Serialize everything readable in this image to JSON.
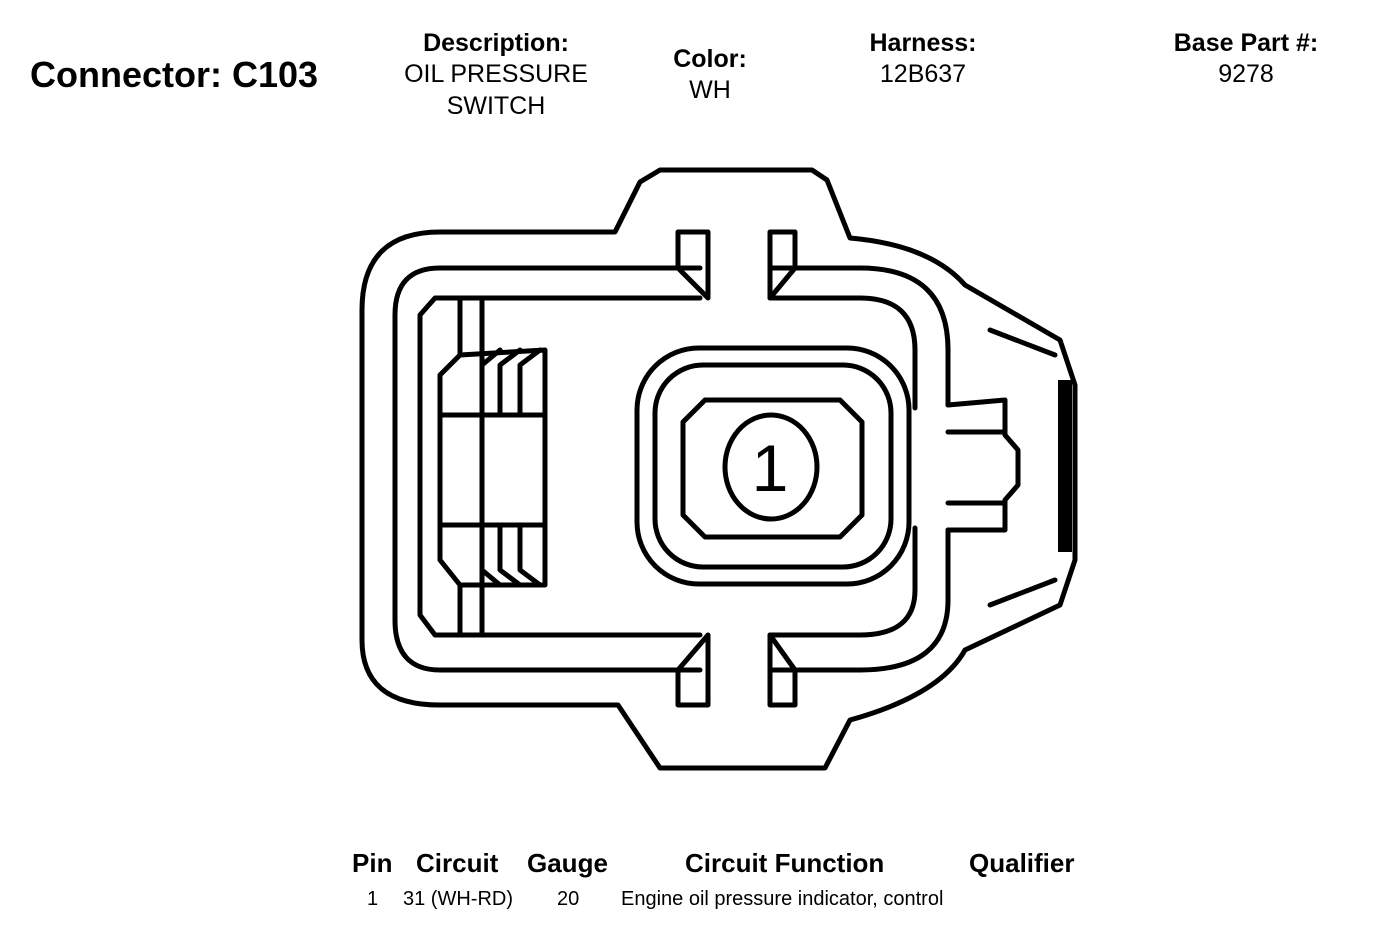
{
  "header": {
    "connector_label": "Connector:",
    "connector_id": "C103",
    "description_label": "Description:",
    "description_value": "OIL PRESSURE\nSWITCH",
    "color_label": "Color:",
    "color_value": "WH",
    "harness_label": "Harness:",
    "harness_value": "12B637",
    "base_part_label": "Base Part #:",
    "base_part_value": "9278"
  },
  "connector_face": {
    "pin_label": "1"
  },
  "pin_table": {
    "headers": {
      "pin": "Pin",
      "circuit": "Circuit",
      "gauge": "Gauge",
      "function": "Circuit Function",
      "qualifier": "Qualifier"
    },
    "rows": [
      {
        "pin": "1",
        "circuit": "31 (WH-RD)",
        "gauge": "20",
        "function": "Engine oil pressure indicator, control",
        "qualifier": ""
      }
    ]
  },
  "colors": {
    "line": "#000000",
    "background": "#ffffff"
  }
}
